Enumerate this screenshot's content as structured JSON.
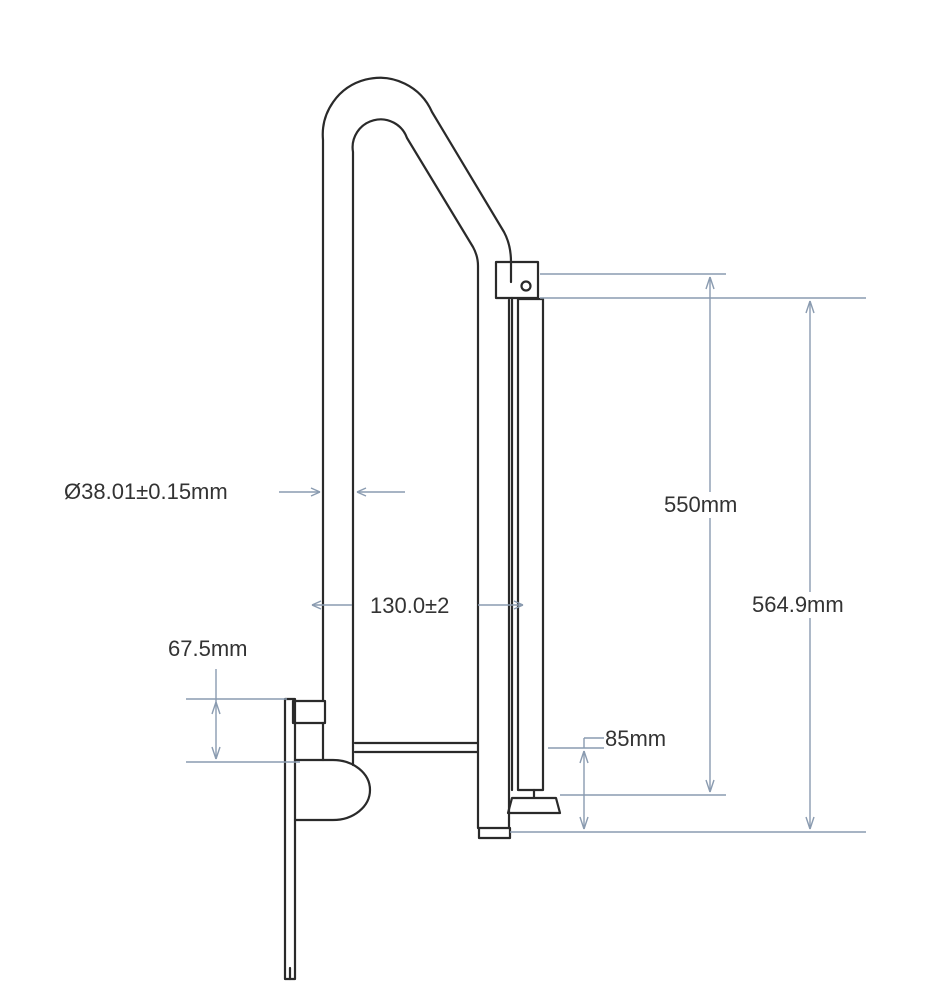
{
  "dimensions": {
    "tube_diameter": "Ø38.01±0.15mm",
    "rail_width": "130.0±2",
    "leg_length": "550mm",
    "overall_height": "564.9mm",
    "base_offset": "67.5mm",
    "foot_height": "85mm"
  },
  "colors": {
    "outline": "#2a2a2a",
    "dimension_line": "#8a9bb0",
    "label_text": "#333333"
  }
}
